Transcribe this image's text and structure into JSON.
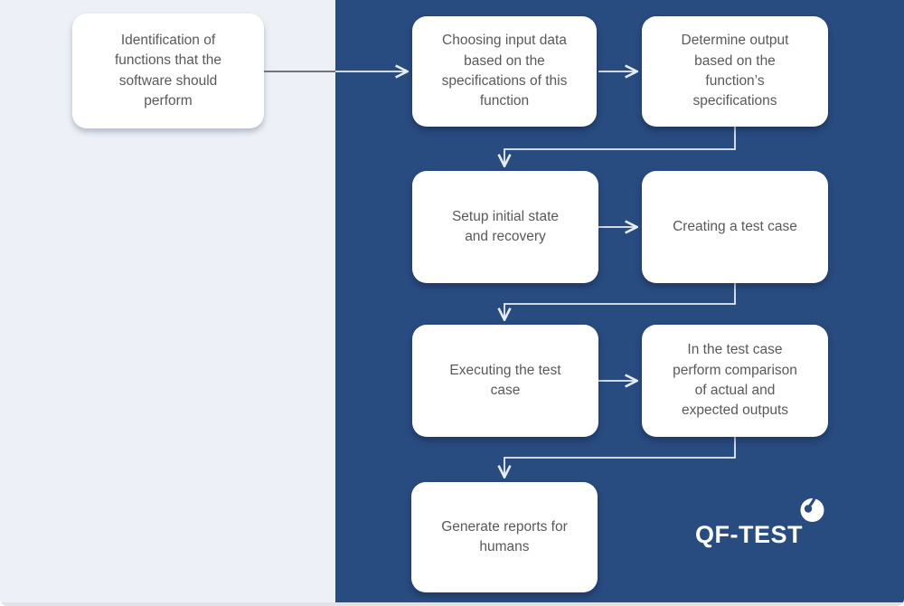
{
  "flow": {
    "nodes": [
      {
        "id": "identification",
        "label": "Identification of\nfunctions that the\nsoftware should\nperform"
      },
      {
        "id": "choosing",
        "label": "Choosing input data\nbased on the\nspecifications of this\nfunction"
      },
      {
        "id": "determine",
        "label": "Determine output\nbased on the\nfunction’s\nspecifications"
      },
      {
        "id": "setup",
        "label": "Setup initial state\nand recovery"
      },
      {
        "id": "creating",
        "label": "Creating a test case"
      },
      {
        "id": "executing",
        "label": "Executing the test\ncase"
      },
      {
        "id": "comparison",
        "label": "In the test case\nperform comparison\nof actual and\nexpected outputs"
      },
      {
        "id": "generate",
        "label": "Generate reports for\nhumans"
      }
    ]
  },
  "branding": {
    "logo_text": "QF-TEST",
    "logo_icon": "chameleon-circle-icon"
  },
  "colors": {
    "panel_blue": "#284b80",
    "panel_light": "#edf1f7",
    "bottom_strip": "#dfe2e7",
    "node_background": "#ffffff",
    "node_text": "#595959",
    "connector_light": "#e9edf4",
    "connector_dark": "#4c4c4c",
    "logo_text": "#ffffff"
  }
}
